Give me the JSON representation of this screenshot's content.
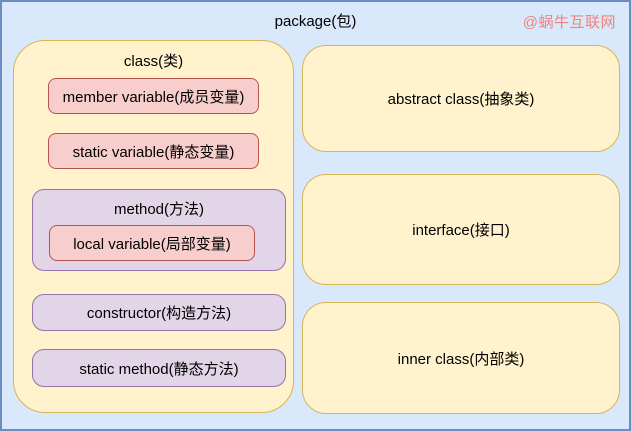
{
  "package": {
    "title": "package(包)",
    "watermark": "@蜗牛互联网"
  },
  "class_box": {
    "title": "class(类)",
    "member_variable": "member variable(成员变量)",
    "static_variable": "static variable(静态变量)",
    "method": {
      "title": "method(方法)",
      "local_variable": "local variable(局部变量)"
    },
    "constructor": "constructor(构造方法)",
    "static_method": "static method(静态方法)"
  },
  "right_column": {
    "abstract_class": "abstract class(抽象类)",
    "interface": "interface(接口)",
    "inner_class": "inner class(内部类)"
  },
  "colors": {
    "container_bg": "#DAE8FC",
    "container_border": "#6C8EBF",
    "yellow_bg": "#FFF2CC",
    "yellow_border": "#D6B656",
    "pink_bg": "#F8CECC",
    "pink_border": "#B85450",
    "purple_bg": "#E1D5E7",
    "purple_border": "#9673A6",
    "watermark_color": "#F2837B",
    "text_color": "#000000"
  }
}
